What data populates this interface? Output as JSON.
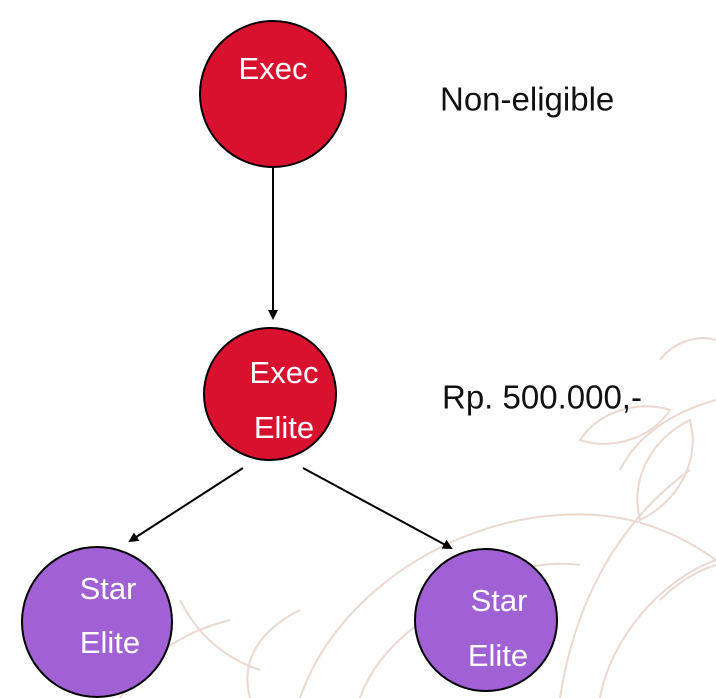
{
  "colors": {
    "exec_fill": "#d8112f",
    "star_fill": "#a061d4",
    "stroke": "#000000",
    "background_art": "#e9d8d2"
  },
  "nodes": {
    "exec": {
      "lines": [
        "Exec"
      ]
    },
    "exec_elite": {
      "lines": [
        "Exec",
        "Elite"
      ]
    },
    "star_elite_left": {
      "lines": [
        "Star",
        "Elite"
      ]
    },
    "star_elite_right": {
      "lines": [
        "Star",
        "Elite"
      ]
    }
  },
  "annotations": {
    "exec": "Non-eligible",
    "exec_elite": "Rp. 500.000,-"
  },
  "edges": [
    {
      "from": "Exec",
      "to": "Exec Elite"
    },
    {
      "from": "Exec Elite",
      "to": "Star Elite (left)"
    },
    {
      "from": "Exec Elite",
      "to": "Star Elite (right)"
    }
  ]
}
